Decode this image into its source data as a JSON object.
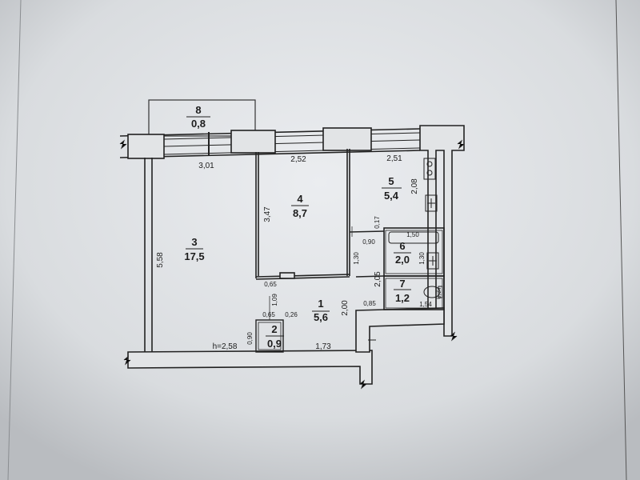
{
  "rooms": [
    {
      "id": "8",
      "area": "0,8"
    },
    {
      "id": "3",
      "area": "17,5"
    },
    {
      "id": "4",
      "area": "8,7"
    },
    {
      "id": "5",
      "area": "5,4"
    },
    {
      "id": "6",
      "area": "2,0"
    },
    {
      "id": "7",
      "area": "1,2"
    },
    {
      "id": "1",
      "area": "5,6"
    },
    {
      "id": "2",
      "area": "0,9"
    }
  ],
  "dimensions": {
    "d301": "3,01",
    "d252": "2,52",
    "d251": "2,51",
    "d208": "2,08",
    "d347": "3,47",
    "d558": "5,58",
    "d017": "0,17",
    "d090a": "0,90",
    "d150": "1,50",
    "d130a": "1,30",
    "d130b": "1,30",
    "d205": "2,05",
    "d065a": "0,65",
    "d109": "1,09",
    "d065b": "0,65",
    "d026": "0,26",
    "d200": "2,00",
    "d085": "0,85",
    "d154": "1,54",
    "d077": "0,77",
    "d090b": "0,90",
    "d173": "1,73"
  },
  "ceiling_height": "h=2,58",
  "colors": {
    "paper": "#e6e8ea",
    "ink": "#222222",
    "background": "#c9cccf"
  }
}
